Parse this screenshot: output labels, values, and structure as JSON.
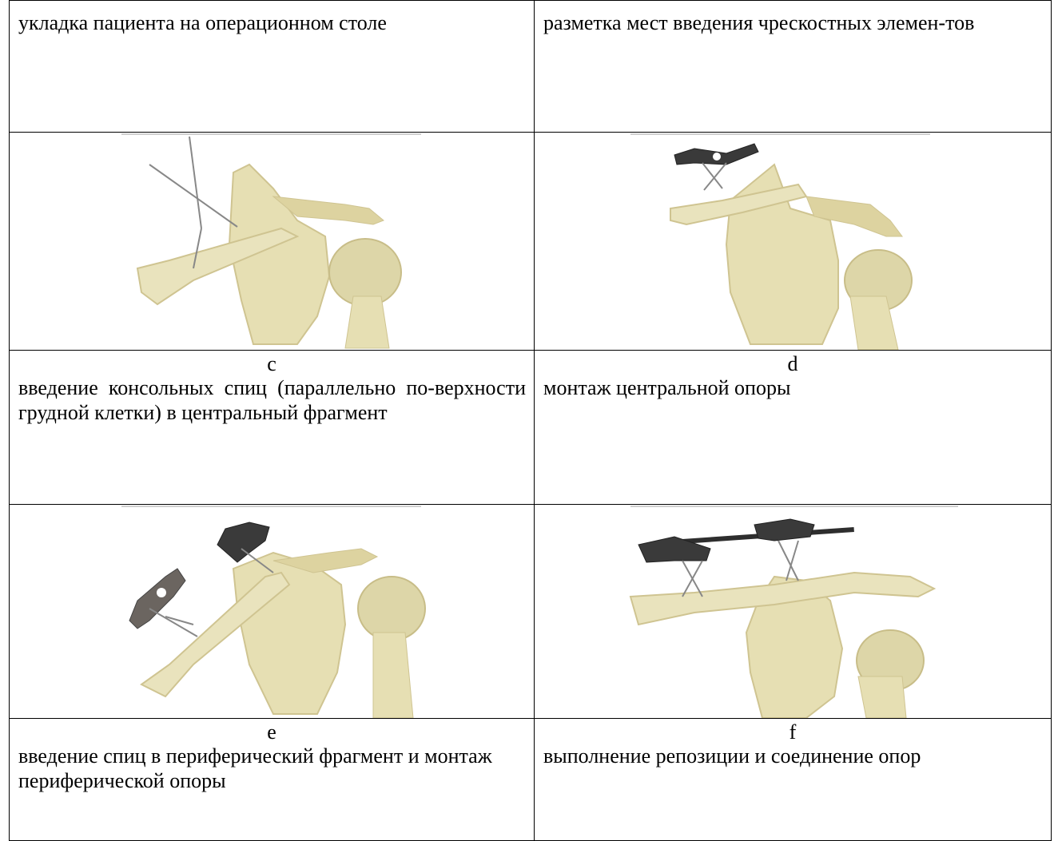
{
  "rows": {
    "r1": {
      "left_text": "укладка пациента на операционном столе",
      "right_text": "разметка мест введения чрескостных элемен-тов"
    },
    "r3": {
      "left_letter": "c",
      "left_text": "введение консольных спиц (параллельно по-верхности грудной клетки) в центральный фрагмент",
      "right_letter": "d",
      "right_text": "монтаж центральной опоры"
    },
    "r5": {
      "left_letter": "e",
      "left_text": "введение спиц в периферический фрагмент и монтаж периферической опоры",
      "right_letter": "f",
      "right_text": "выполнение репозиции и соединение опор"
    }
  },
  "images": {
    "img_c": "shoulder-model-consol-wires",
    "img_d": "shoulder-model-central-support",
    "img_e": "shoulder-model-peripheral-support",
    "img_f": "shoulder-model-reposition-connected"
  },
  "colors": {
    "bone": "#e6dfb3",
    "bone_shadow": "#cfc491",
    "bone_dark": "#b8ab72",
    "metal": "#3a3a3a",
    "wire": "#8a8a8a"
  }
}
